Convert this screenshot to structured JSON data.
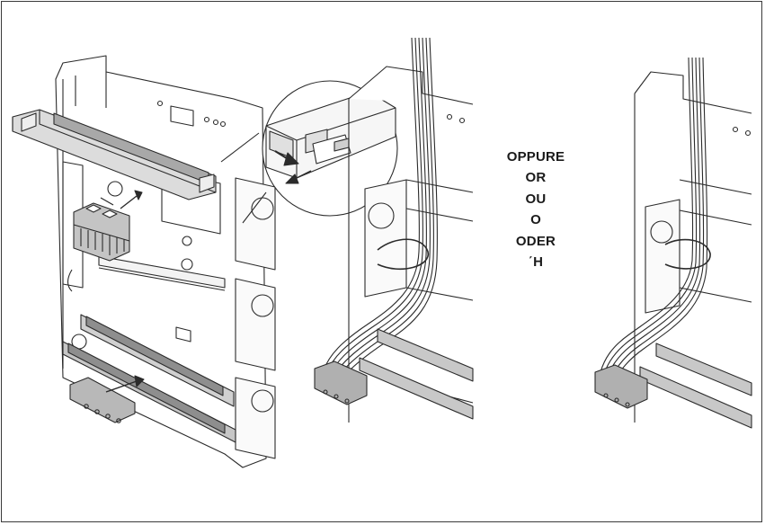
{
  "alternatives": {
    "words": [
      "OPPURE",
      "OR",
      "OU",
      "O",
      "ODER",
      "΄Η"
    ]
  },
  "colors": {
    "line": "#2b2b2b",
    "terminal_grey": "#9a9a9a",
    "strip_grey": "#c9c9c9",
    "border": "#3a3a3a"
  },
  "icons": [
    "push-arrow-icon",
    "pull-arrow-icon",
    "insert-arrow-icon"
  ]
}
